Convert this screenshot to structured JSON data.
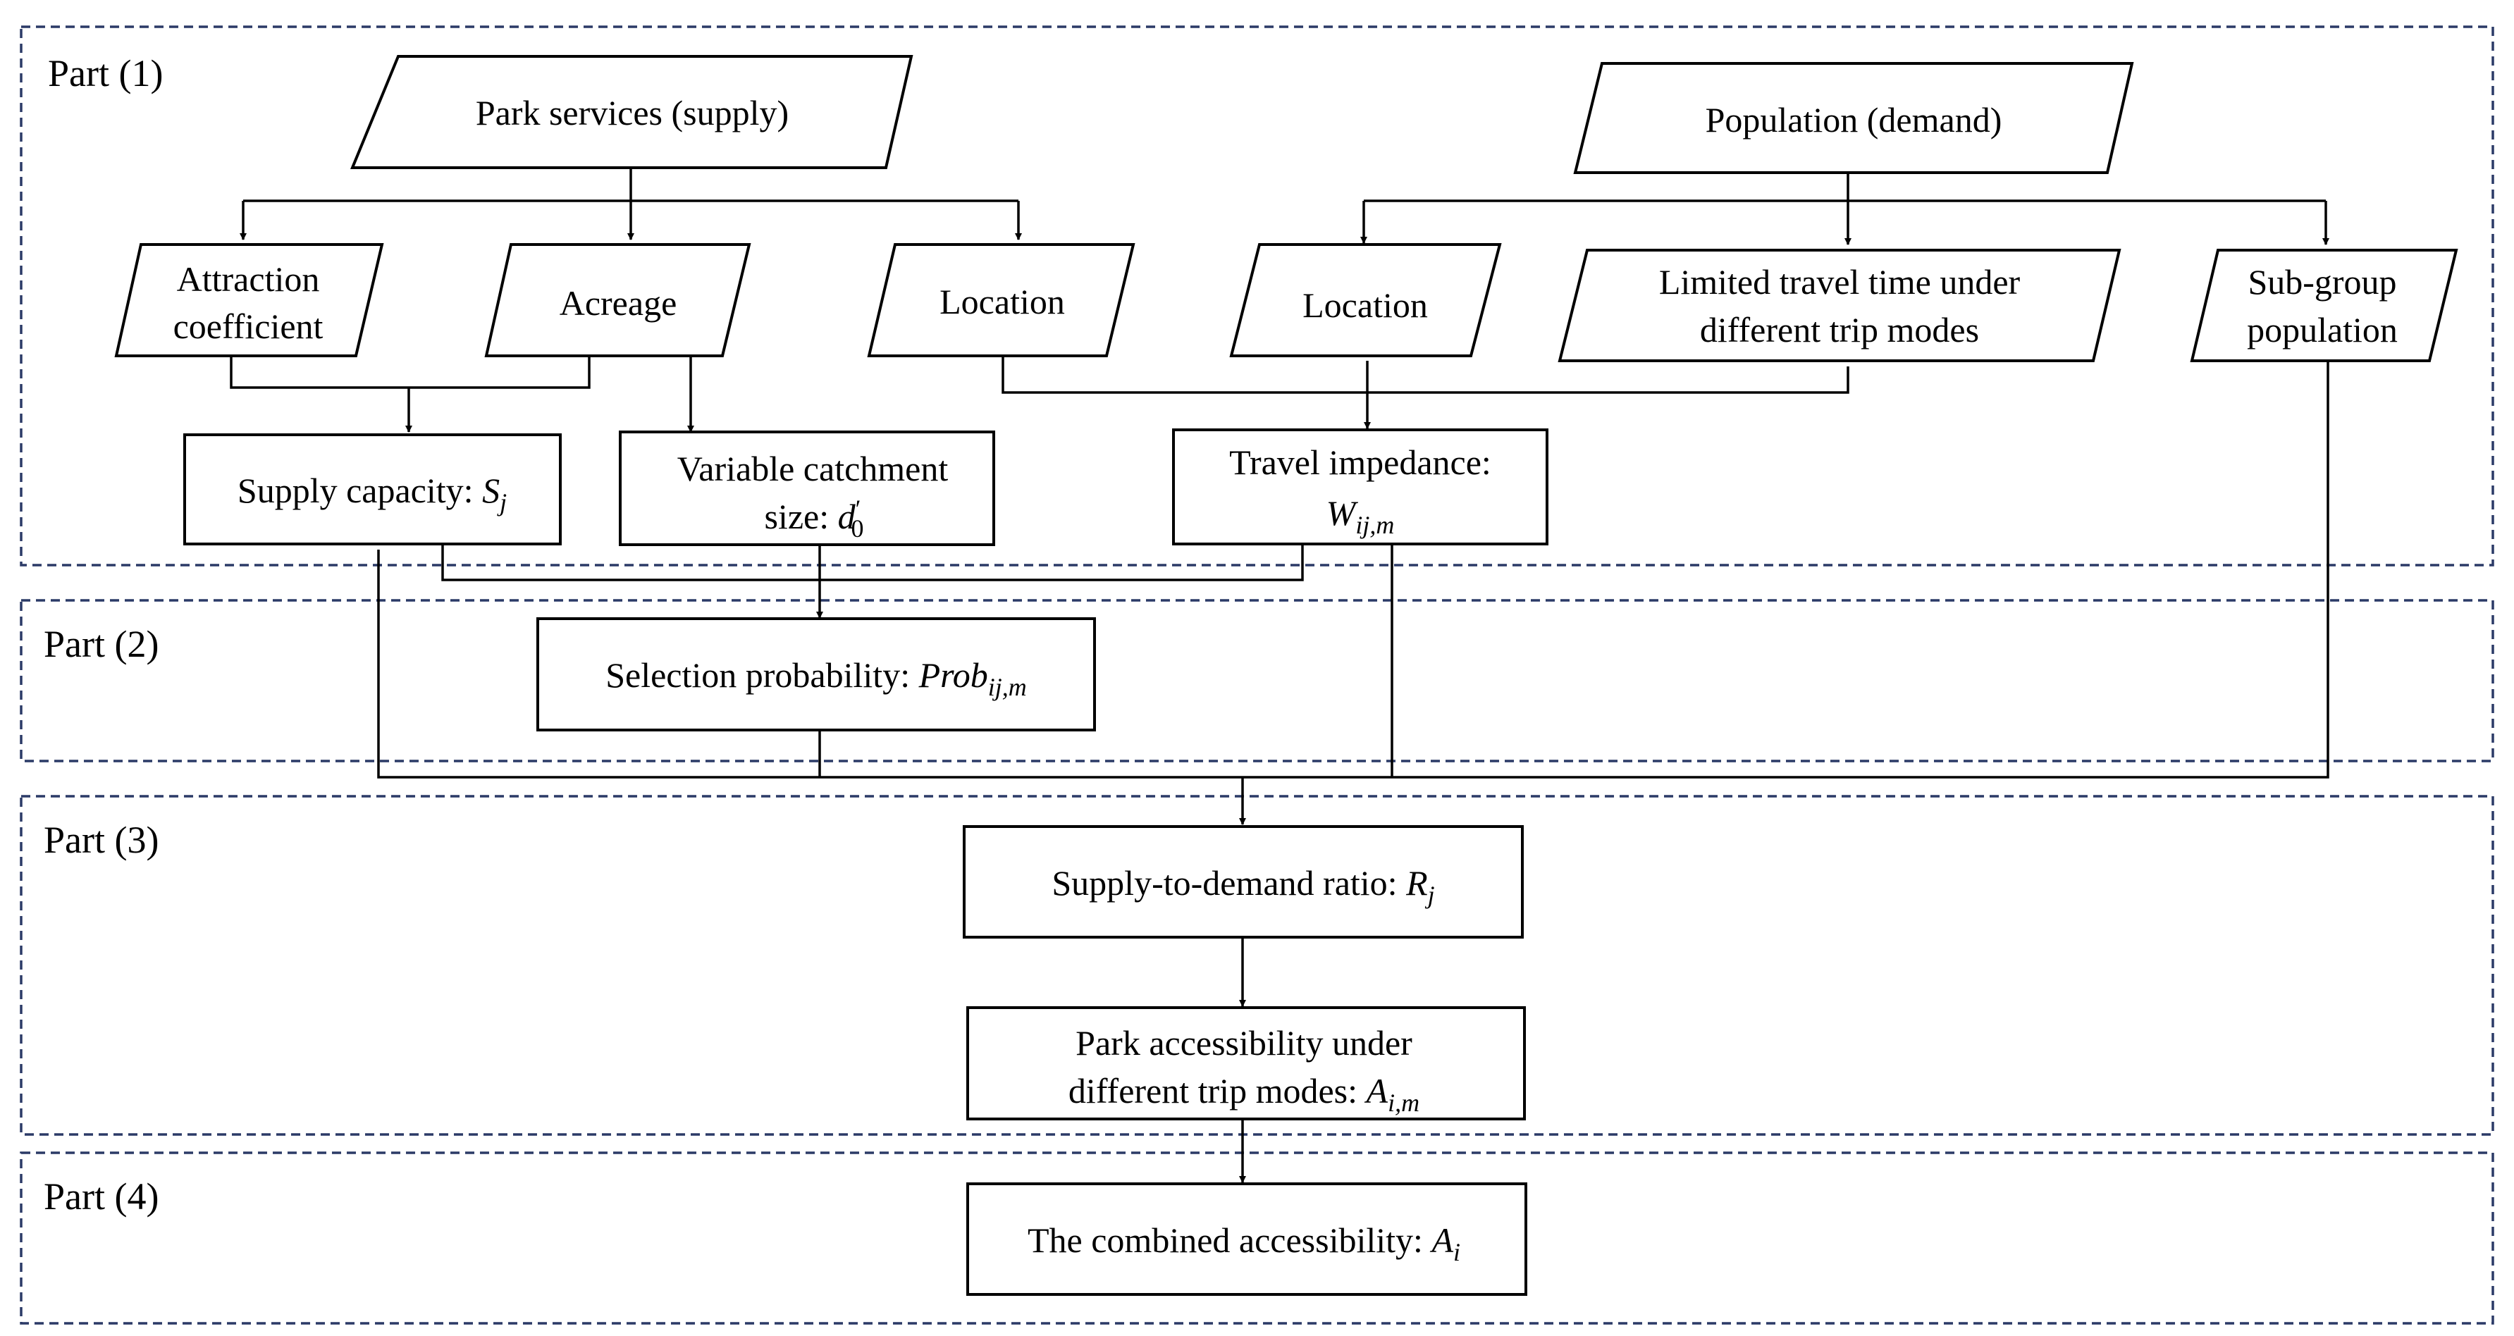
{
  "parts": {
    "p1": "Part (1)",
    "p2": "Part (2)",
    "p3": "Part (3)",
    "p4": "Part (4)"
  },
  "nodes": {
    "park_services": "Park services (supply)",
    "population": "Population (demand)",
    "attraction_1": "Attraction",
    "attraction_2": "coefficient",
    "acreage": "Acreage",
    "location_park": "Location",
    "location_pop": "Location",
    "limited_1": "Limited travel time under",
    "limited_2": "different trip modes",
    "subgroup_1": "Sub-group",
    "subgroup_2": "population",
    "supply_cap": "Supply capacity: ",
    "supply_cap_var": "S",
    "supply_cap_sub": "j",
    "catch_1": "Variable catchment",
    "catch_2": "size: ",
    "catch_var": "d",
    "catch_prime": "′",
    "catch_sub": "0",
    "travel_1": "Travel impedance:",
    "travel_var": "W",
    "travel_sub": "ij,m",
    "selection": "Selection probability: ",
    "selection_var": "Prob",
    "selection_sub": "ij,m",
    "ratio": "Supply-to-demand ratio: ",
    "ratio_var": "R",
    "ratio_sub": "j",
    "park_acc_1": "Park accessibility under",
    "park_acc_2": "different trip modes: ",
    "park_acc_var": "A",
    "park_acc_sub": "i,m",
    "combined": "The combined accessibility: ",
    "combined_var": "A",
    "combined_sub": "i"
  },
  "colors": {
    "dashed_border": "#2b3a67",
    "lines": "#000000",
    "background": "#ffffff"
  }
}
